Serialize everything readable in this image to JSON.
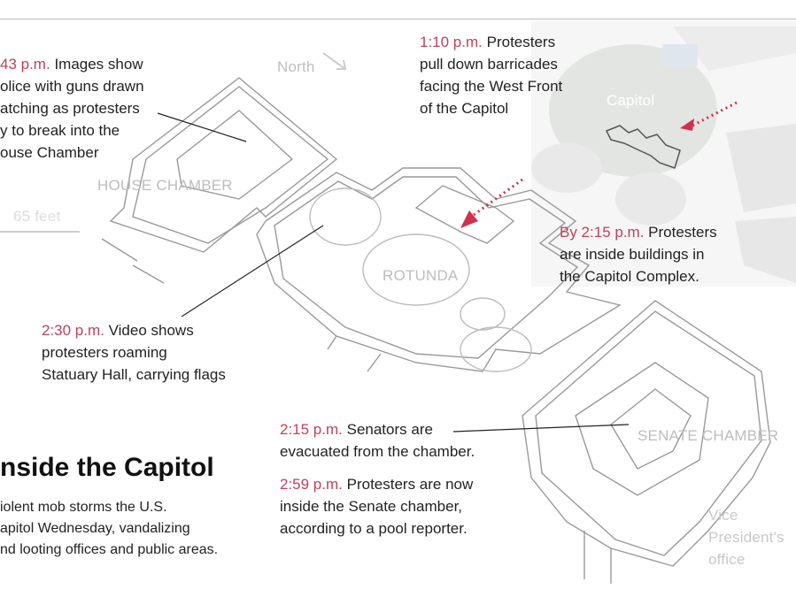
{
  "annotations": {
    "house": {
      "time": "43 p.m.",
      "lines": [
        "Images show",
        "olice with guns drawn",
        "atching  as protesters",
        "y to break into the",
        "ouse Chamber"
      ]
    },
    "barricades": {
      "time": "1:10 p.m.",
      "lines": [
        "Protesters",
        "pull down barricades",
        "facing the West Front",
        "of the Capitol"
      ]
    },
    "complex": {
      "time": "By 2:15 p.m.",
      "lines": [
        "Protesters",
        "are inside buildings in",
        "the Capitol Complex."
      ]
    },
    "statuary": {
      "time": "2:30 p.m.",
      "lines": [
        "Video shows",
        "protesters roaming",
        "Statuary Hall, carrying flags"
      ]
    },
    "senators": {
      "time": "2:15 p.m.",
      "lines": [
        "Senators are",
        "evacuated from the chamber."
      ]
    },
    "senate": {
      "time": "2:59 p.m.",
      "lines": [
        "Protesters are now",
        "inside the Senate chamber,",
        "according to a pool reporter."
      ]
    }
  },
  "labels": {
    "north": "North",
    "house_chamber": "HOUSE CHAMBER",
    "scale": "65 feet",
    "rotunda": "ROTUNDA",
    "senate_chamber": "SENATE CHAMBER",
    "capitol": "Capitol",
    "vp_office": [
      "Vice",
      "President's",
      "office"
    ]
  },
  "headline": {
    "title": "nside the Capitol",
    "lines": [
      "iolent mob storms the U.S.",
      "apitol Wednesday, vandalizing",
      "nd looting offices and public areas."
    ]
  },
  "colors": {
    "accent": "#c2405a",
    "text": "#222222",
    "label": "#bdbdbd"
  }
}
